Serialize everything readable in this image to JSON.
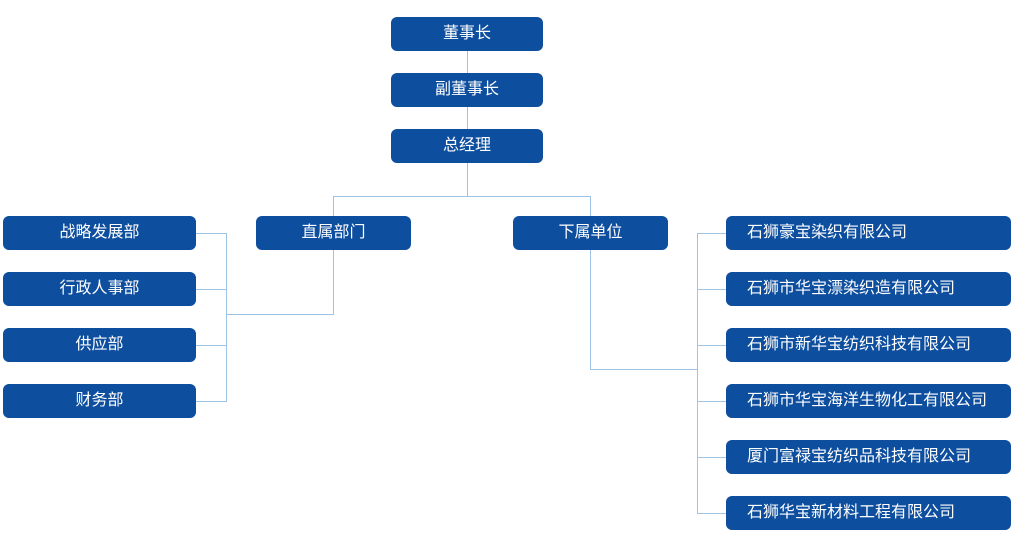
{
  "diagram_type": "org-chart",
  "colors": {
    "node_bg": "#0d4e9e",
    "node_text": "#ffffff",
    "connector": "#9dc3e6",
    "background": "#ffffff"
  },
  "nodes": {
    "chairman": "董事长",
    "vice_chairman": "副董事长",
    "general_manager": "总经理",
    "direct_departments": "直属部门",
    "subordinate_units": "下属单位"
  },
  "departments": [
    "战略发展部",
    "行政人事部",
    "供应部",
    "财务部"
  ],
  "companies": [
    "石狮豪宝染织有限公司",
    "石狮市华宝漂染织造有限公司",
    "石狮市新华宝纺织科技有限公司",
    "石狮市华宝海洋生物化工有限公司",
    "厦门富禄宝纺织品科技有限公司",
    "石狮华宝新材料工程有限公司"
  ]
}
